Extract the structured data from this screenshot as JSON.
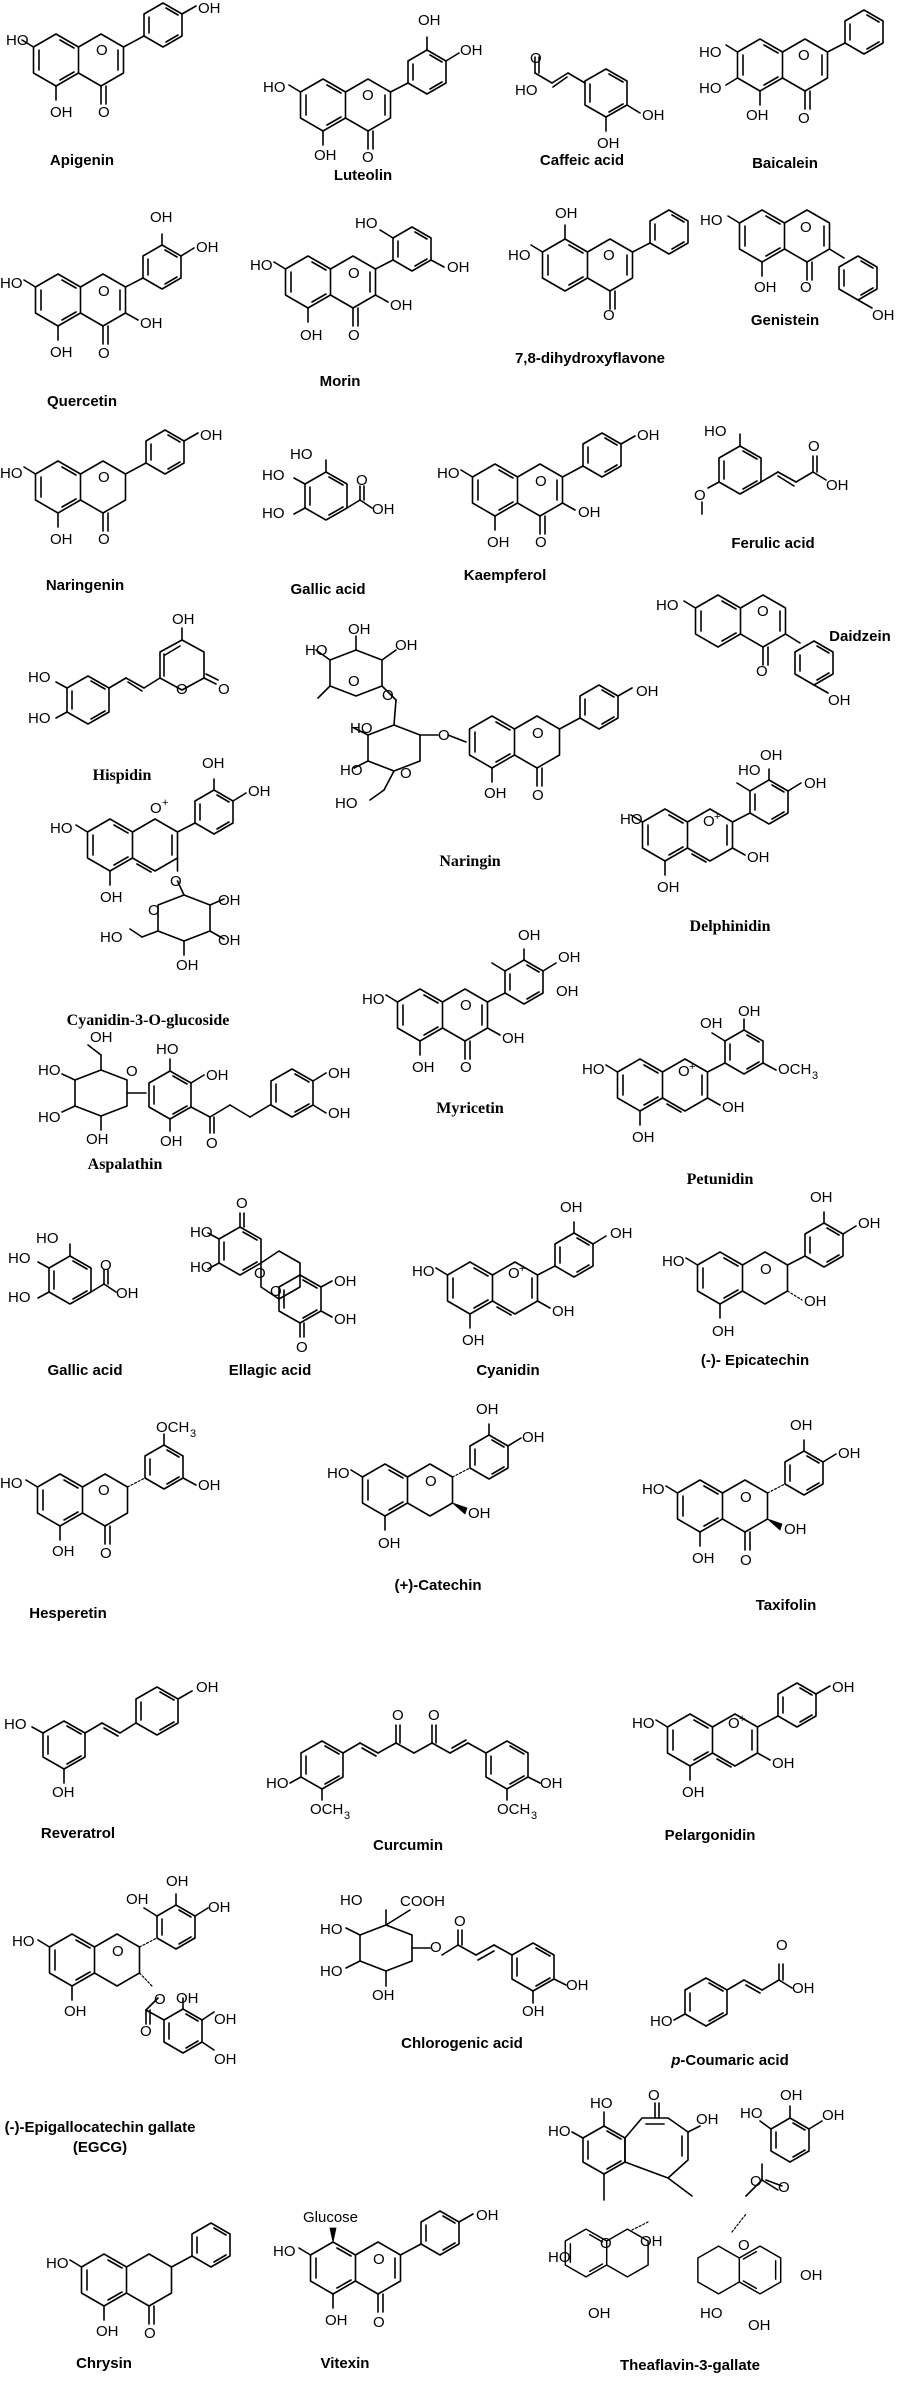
{
  "title": "",
  "compounds": [
    {
      "id": "apigenin",
      "name": "Apigenin"
    },
    {
      "id": "luteolin",
      "name": "Luteolin"
    },
    {
      "id": "caffeic-acid",
      "name": "Caffeic acid"
    },
    {
      "id": "baicalein",
      "name": "Baicalein"
    },
    {
      "id": "quercetin",
      "name": "Quercetin"
    },
    {
      "id": "morin",
      "name": "Morin"
    },
    {
      "id": "dihydroxyflavone",
      "name": "7,8-dihydroxyflavone"
    },
    {
      "id": "genistein",
      "name": "Genistein"
    },
    {
      "id": "naringenin",
      "name": "Naringenin"
    },
    {
      "id": "gallic-acid-1",
      "name": "Gallic acid"
    },
    {
      "id": "kaempferol",
      "name": "Kaempferol"
    },
    {
      "id": "ferulic-acid",
      "name": "Ferulic acid"
    },
    {
      "id": "daidzein",
      "name": "Daidzein"
    },
    {
      "id": "hispidin",
      "name": "Hispidin"
    },
    {
      "id": "naringin",
      "name": "Naringin"
    },
    {
      "id": "delphinidin",
      "name": "Delphinidin"
    },
    {
      "id": "cyanidin-3-o-glucoside",
      "name": "Cyanidin-3-O-glucoside"
    },
    {
      "id": "myricetin",
      "name": "Myricetin"
    },
    {
      "id": "aspalathin",
      "name": "Aspalathin"
    },
    {
      "id": "petunidin",
      "name": "Petunidin"
    },
    {
      "id": "gallic-acid-2",
      "name": "Gallic acid"
    },
    {
      "id": "ellagic-acid",
      "name": "Ellagic acid"
    },
    {
      "id": "cyanidin",
      "name": "Cyanidin"
    },
    {
      "id": "epicatechin",
      "name": "(-)- Epicatechin"
    },
    {
      "id": "hesperetin",
      "name": "Hesperetin"
    },
    {
      "id": "catechin",
      "name": "(+)-Catechin"
    },
    {
      "id": "taxifolin",
      "name": "Taxifolin"
    },
    {
      "id": "reveratrol",
      "name": "Reveratrol"
    },
    {
      "id": "curcumin",
      "name": "Curcumin"
    },
    {
      "id": "pelargonidin",
      "name": "Pelargonidin"
    },
    {
      "id": "egcg",
      "name": "(-)-Epigallocatechin gallate",
      "name2": "(EGCG)"
    },
    {
      "id": "chlorogenic-acid",
      "name": "Chlorogenic acid"
    },
    {
      "id": "p-coumaric-acid",
      "name_prefix": "p",
      "name": "-Coumaric acid"
    },
    {
      "id": "chrysin",
      "name": "Chrysin"
    },
    {
      "id": "vitexin",
      "name": "Vitexin"
    },
    {
      "id": "theaflavin-3-gallate",
      "name": "Theaflavin-3-gallate"
    }
  ],
  "atoms": {
    "oh": "OH",
    "ho": "HO",
    "o": "O",
    "o_plus": "O",
    "plus": "+",
    "och3": "OCH",
    "och3_ch": "OCH",
    "och3_sub": "3",
    "h3co": "O",
    "cooh": "COOH",
    "glucose": "Glucose",
    "me": ""
  }
}
